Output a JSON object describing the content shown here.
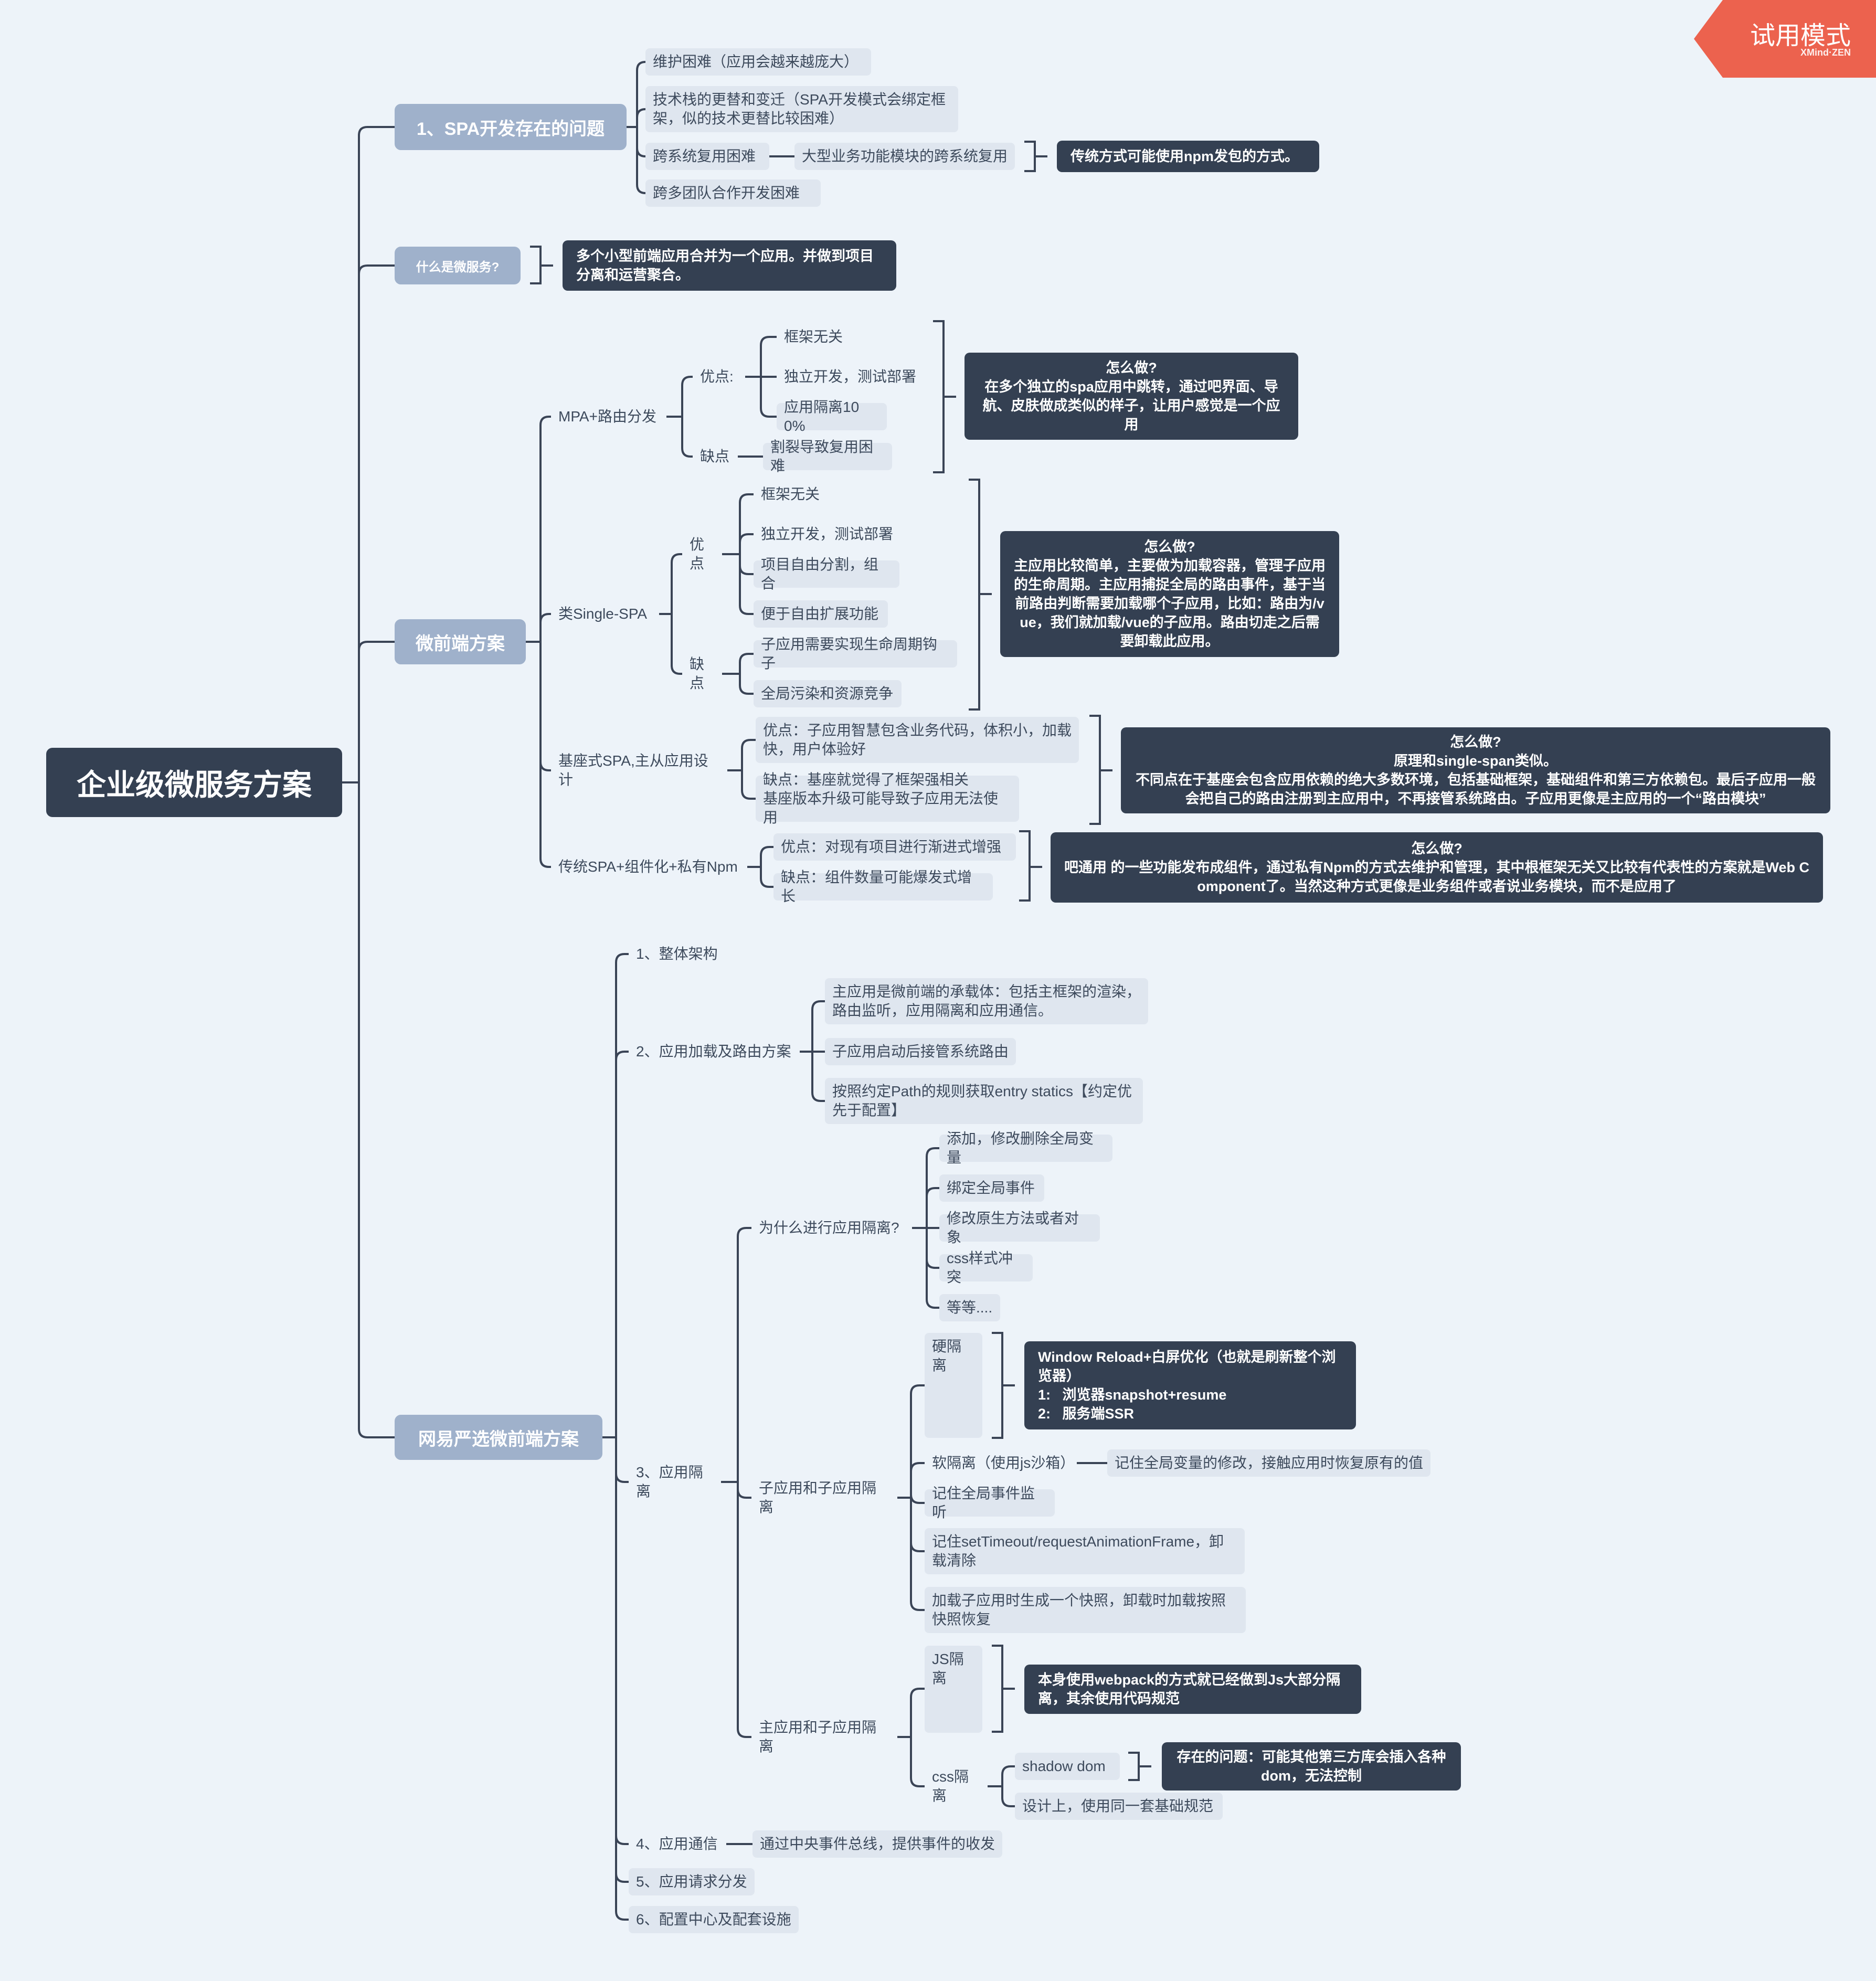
{
  "trial_badge": {
    "label": "试用模式",
    "brand": "XMind·ZEN"
  },
  "colors": {
    "background": "#edf3f9",
    "root": "#344052",
    "branch": "#9fb1cb",
    "topic": "#dfe6ef",
    "note": "#344052",
    "line": "#3a4456",
    "badge": "#ec624e"
  },
  "root": "企业级微服务方案",
  "branches": {
    "spa_problems": {
      "label": "1、SPA开发存在的问题",
      "items": [
        "维护困难（应用会越来越庞大）",
        "技术栈的更替和变迁（SPA开发模式会绑定框架，似的技术更替比较困难）",
        "跨系统复用困难",
        "跨多团队合作开发困难"
      ],
      "reuse_detail": "大型业务功能模块的跨系统复用",
      "reuse_note": "传统方式可能使用npm发包的方式。"
    },
    "what_is": {
      "label": "什么是微服务?",
      "note": "多个小型前端应用合并为一个应用。并做到项目分离和运营聚合。"
    },
    "micro_frontend": {
      "label": "微前端方案",
      "mpa": {
        "label": "MPA+路由分发",
        "pros_label": "优点:",
        "pros": [
          "框架无关",
          "独立开发，测试部署",
          "应用隔离100%"
        ],
        "cons_label": "缺点",
        "cons": [
          "割裂导致复用困难"
        ],
        "note_title": "怎么做?",
        "note": "在多个独立的spa应用中跳转，通过吧界面、导航、皮肤做成类似的样子，让用户感觉是一个应用"
      },
      "single_spa": {
        "label": "类Single-SPA",
        "pros_label": "优点",
        "pros": [
          "框架无关",
          "独立开发，测试部署",
          "项目自由分割，组合",
          "便于自由扩展功能"
        ],
        "cons_label": "缺点",
        "cons": [
          "子应用需要实现生命周期钩子",
          "全局污染和资源竞争"
        ],
        "note_title": "怎么做?",
        "note": "主应用比较简单，主要做为加载容器，管理子应用的生命周期。主应用捕捉全局的路由事件，基于当前路由判断需要加载哪个子应用，比如：路由为/vue，我们就加载/vue的子应用。路由切走之后需要卸载此应用。"
      },
      "base_spa": {
        "label": "基座式SPA,主从应用设计",
        "pros": "优点：子应用智慧包含业务代码，体积小，加载快，用户体验好",
        "cons": "缺点：基座就觉得了框架强相关\n基座版本升级可能导致子应用无法使用",
        "note_title": "怎么做?",
        "note_line1": "原理和single-span类似。",
        "note": "不同点在于基座会包含应用依赖的绝大多数环境，包括基础框架，基础组件和第三方依赖包。最后子应用一般会把自己的路由注册到主应用中，不再接管系统路由。子应用更像是主应用的一个“路由模块”"
      },
      "npm": {
        "label": "传统SPA+组件化+私有Npm",
        "pros": "优点：对现有项目进行渐进式增强",
        "cons": "缺点：组件数量可能爆发式增长",
        "note_title": "怎么做?",
        "note": "吧通用 的一些功能发布成组件，通过私有Npm的方式去维护和管理，其中根框架无关又比较有代表性的方案就是Web Component了。当然这种方式更像是业务组件或者说业务模块，而不是应用了"
      }
    },
    "netease": {
      "label": "网易严选微前端方案",
      "arch": "1、整体架构",
      "loading": {
        "label": "2、应用加载及路由方案",
        "items": [
          "主应用是微前端的承载体：包括主框架的渲染，路由监听，应用隔离和应用通信。",
          "子应用启动后接管系统路由",
          "按照约定Path的规则获取entry statics【约定优先于配置】"
        ]
      },
      "isolation": {
        "label": "3、应用隔离",
        "why": {
          "label": "为什么进行应用隔离?",
          "items": [
            "添加，修改删除全局变量",
            "绑定全局事件",
            "修改原生方法或者对象",
            "css样式冲突",
            "等等...."
          ]
        },
        "sub_sub": {
          "label": "子应用和子应用隔离",
          "hard": "硬隔离",
          "hard_note": "Window Reload+白屏优化（也就是刷新整个浏览器）\n1:   浏览器snapshot+resume\n2:   服务端SSR",
          "soft": "软隔离（使用js沙箱）",
          "soft_detail": "记住全局变量的修改，接触应用时恢复原有的值",
          "events": "记住全局事件监听",
          "timers": "记住setTimeout/requestAnimationFrame，卸载清除",
          "snapshot": "加载子应用时生成一个快照，卸载时加载按照快照恢复"
        },
        "main_sub": {
          "label": "主应用和子应用隔离",
          "js": "JS隔离",
          "js_note": "本身使用webpack的方式就已经做到Js大部分隔离，其余使用代码规范",
          "css": "css隔离",
          "shadow": "shadow dom",
          "shadow_note": "存在的问题：可能其他第三方库会插入各种dom，无法控制",
          "design": "设计上，使用同一套基础规范"
        }
      },
      "comm": {
        "label": "4、应用通信",
        "detail": "通过中央事件总线，提供事件的收发"
      },
      "request": "5、应用请求分发",
      "config": "6、配置中心及配套设施"
    }
  }
}
